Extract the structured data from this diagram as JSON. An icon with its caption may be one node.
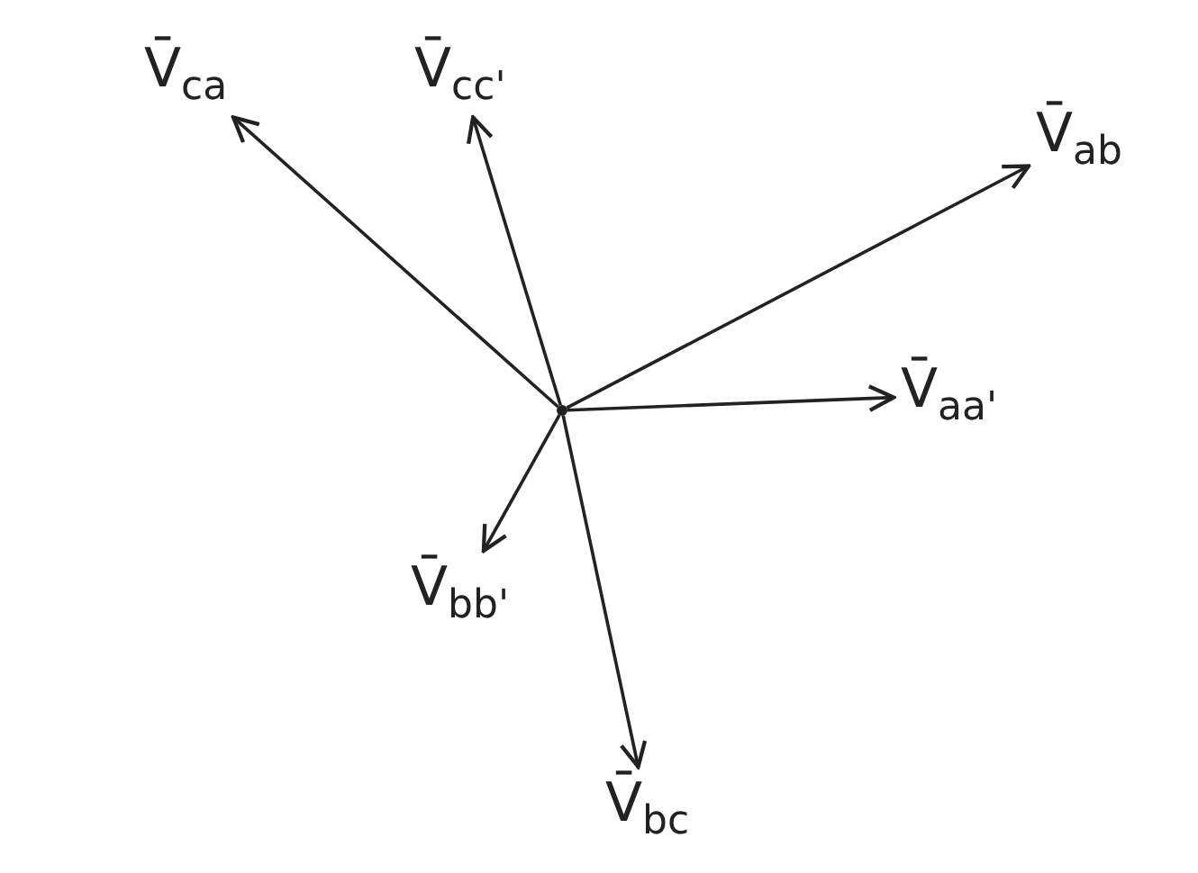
{
  "diagram": {
    "nodes": [
      {
        "text": [],
        "shape": "point"
      },
      {
        "text": [
          "V̄$_{ca}$"
        ]
      },
      {
        "text": [
          "V̄$_{cc'}$"
        ]
      },
      {
        "text": [
          "V̄$_{ab}$"
        ]
      },
      {
        "text": [
          "V̄$_{aa'}$"
        ]
      },
      {
        "text": [
          "V̄$_{bb'}$"
        ]
      },
      {
        "text": [
          "V̄$_{bc}$"
        ]
      }
    ],
    "edges": [
      {
        "from": 0,
        "to": 1,
        "arrow": "to"
      },
      {
        "from": 0,
        "to": 2,
        "arrow": "to"
      },
      {
        "from": 0,
        "to": 3,
        "arrow": "to"
      },
      {
        "from": 0,
        "to": 4,
        "arrow": "to"
      },
      {
        "from": 0,
        "to": 5,
        "arrow": "to"
      },
      {
        "from": 0,
        "to": 6,
        "arrow": "to"
      }
    ]
  }
}
